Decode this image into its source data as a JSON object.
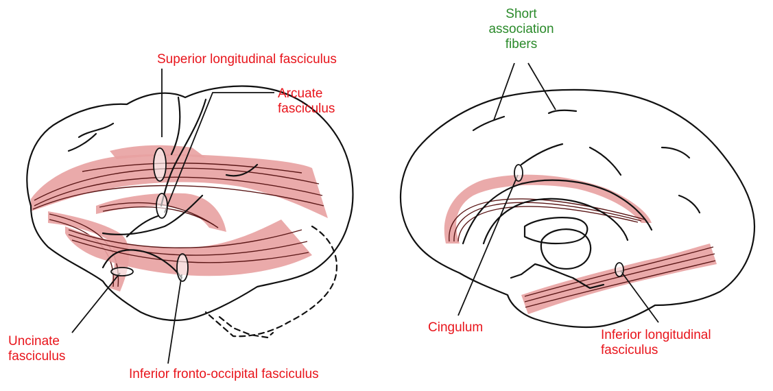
{
  "colors": {
    "label_red": "#e8141b",
    "label_green": "#2a8a2a",
    "tract_fill": "#e8a1a1",
    "tract_stroke": "#5a1616",
    "outline": "#111111"
  },
  "left_panel": {
    "superior_longitudinal": "Superior longitudinal fasciculus",
    "arcuate_line1": "Arcuate",
    "arcuate_line2": "fasciculus",
    "uncinate_line1": "Uncinate",
    "uncinate_line2": "fasciculus",
    "inferior_fronto_occipital": "Inferior fronto-occipital fasciculus"
  },
  "right_panel": {
    "short_line1": "Short",
    "short_line2": "association",
    "short_line3": "fibers",
    "cingulum": "Cingulum",
    "inferior_longitudinal_line1": "Inferior longitudinal",
    "inferior_longitudinal_line2": "fasciculus"
  }
}
